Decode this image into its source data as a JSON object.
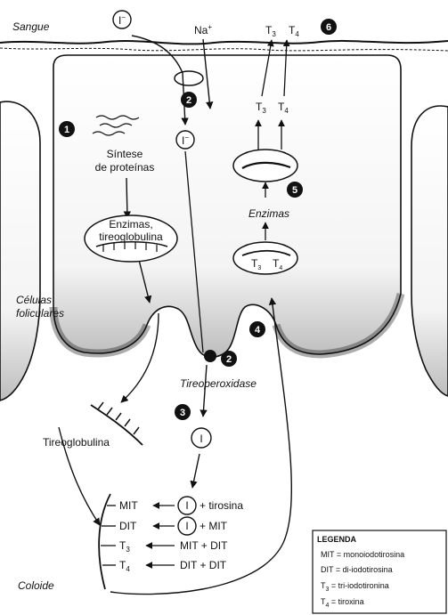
{
  "colors": {
    "ink": "#111111",
    "paper": "#ffffff",
    "cell_shade": "#6a6a6a"
  },
  "regions": {
    "blood": "Sangue",
    "cells_line1": "Células",
    "cells_line2": "foliculares",
    "colloid": "Coloide"
  },
  "ions": {
    "iodide_blood": "I",
    "sodium": "Na",
    "sodium_charge": "+",
    "iodide_cell": "I",
    "iodine_colloid": "I",
    "iodine_mit": "I",
    "iodine_dit": "I",
    "iodide_cell_charge": "−",
    "iodide_blood_charge": "−"
  },
  "hormones": {
    "t3_blood": "T",
    "t3_blood_sub": "3",
    "t4_blood": "T",
    "t4_blood_sub": "4",
    "t3_cell": "T",
    "t3_cell_sub": "3",
    "t4_cell": "T",
    "t4_cell_sub": "4",
    "t3_vesicle": "T",
    "t3_vesicle_sub": "3",
    "t4_vesicle": "T",
    "t4_vesicle_sub": "4"
  },
  "labels": {
    "synthesis_line1": "Síntese",
    "synthesis_line2": "de proteínas",
    "enzymes_vesicle_line1": "Enzimas,",
    "enzymes_vesicle_line2": "tireoglobulina",
    "enzymes": "Enzimas",
    "peroxidase": "Tireoperoxidase",
    "thyroglobulin": "Tireoglobulina"
  },
  "steps": [
    "1",
    "2",
    "2",
    "3",
    "4",
    "5",
    "6"
  ],
  "reactions": [
    {
      "product": "MIT",
      "reactants": "+ tirosina"
    },
    {
      "product": "DIT",
      "reactants": "+ MIT"
    },
    {
      "product": "T",
      "product_sub": "3",
      "reactants": "MIT + DIT"
    },
    {
      "product": "T",
      "product_sub": "4",
      "reactants": "DIT + DIT"
    }
  ],
  "legend": {
    "title": "LEGENDA",
    "items": [
      {
        "term": "MIT",
        "definition": "= monoiodotirosina"
      },
      {
        "term": "DIT",
        "definition": "= di-iodotirosina"
      },
      {
        "term": "T",
        "term_sub": "3",
        "definition": "= tri-iodotironina"
      },
      {
        "term": "T",
        "term_sub": "4",
        "definition": "= tiroxina"
      }
    ]
  }
}
